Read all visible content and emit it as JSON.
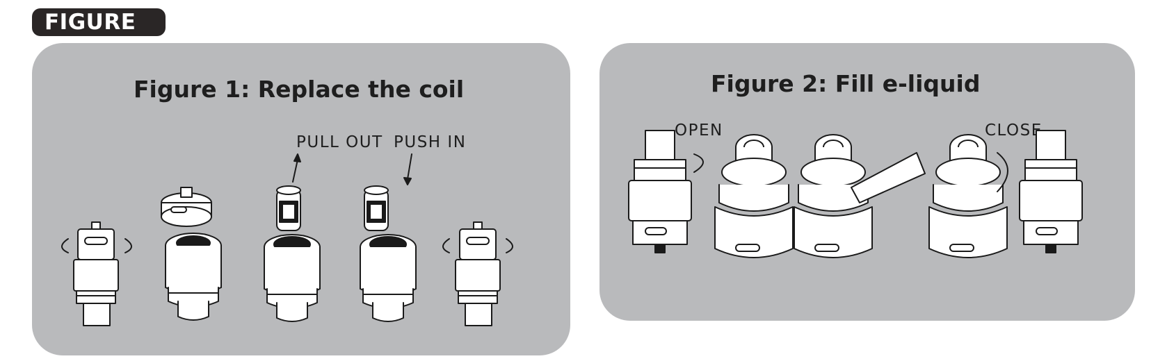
{
  "badge": {
    "text": "FIGURE"
  },
  "figure1": {
    "title": "Figure 1: Replace the coil",
    "labels": {
      "pull_out": "PULL OUT",
      "push_in": "PUSH IN"
    }
  },
  "figure2": {
    "title": "Figure 2: Fill e-liquid",
    "labels": {
      "open": "OPEN",
      "close": "CLOSE"
    }
  }
}
